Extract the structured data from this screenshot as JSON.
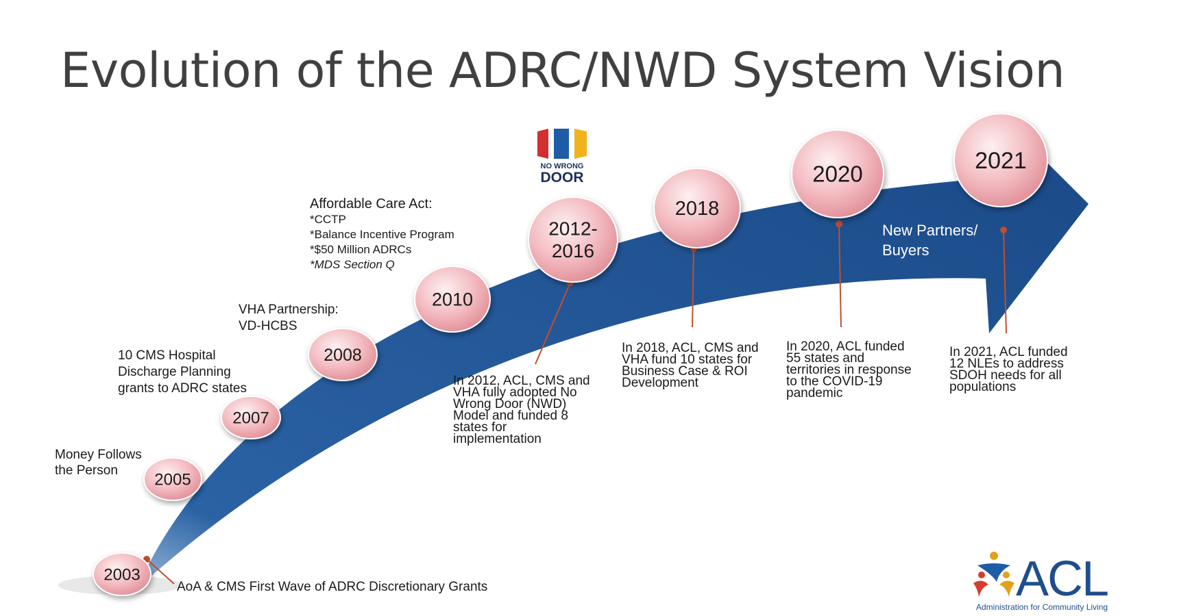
{
  "title": "Evolution of the ADRC/NWD System Vision",
  "milestones": [
    {
      "year": "2003",
      "caption": "AoA & CMS First Wave of ADRC Discretionary Grants"
    },
    {
      "year": "2005",
      "caption_lines": [
        "Money Follows",
        "the Person"
      ]
    },
    {
      "year": "2007",
      "caption_lines": [
        "10 CMS Hospital",
        "Discharge Planning",
        "grants to ADRC states"
      ]
    },
    {
      "year": "2008",
      "caption_lines": [
        "VHA Partnership:",
        "VD-HCBS"
      ]
    },
    {
      "year": "2010",
      "caption_title": "Affordable Care Act:",
      "caption_items": [
        "*CCTP",
        "*Balance Incentive Program",
        "*$50 Million ADRCs",
        "*MDS Section Q"
      ]
    },
    {
      "year_lines": [
        "2012-",
        "2016"
      ],
      "caption_lines": [
        "In 2012, ACL, CMS and",
        "VHA fully adopted No",
        "Wrong Door (NWD)",
        "Model and funded 8",
        "states for",
        "implementation"
      ]
    },
    {
      "year": "2018",
      "caption_lines": [
        "In 2018, ACL, CMS and",
        "VHA fund 10 states for",
        "Business Case & ROI",
        "Development"
      ]
    },
    {
      "year": "2020",
      "caption_lines": [
        "In 2020, ACL funded",
        "55 states and",
        "territories in response",
        "to the COVID-19",
        "pandemic"
      ]
    },
    {
      "year": "2021",
      "caption_lines": [
        "In 2021, ACL funded",
        "12 NLEs to address",
        "SDOH needs for all",
        "populations"
      ]
    }
  ],
  "arrow_text_lines": [
    "New Partners/",
    "Buyers"
  ],
  "logos": {
    "nwd": {
      "line1": "NO WRONG",
      "line2": "DOOR"
    },
    "acl": {
      "wordmark": "ACL",
      "caption": "Administration for Community Living"
    }
  },
  "colors": {
    "arrow": "#1d4f8f",
    "bubble_light": "#fbe6e8",
    "bubble_dark": "#e9939c",
    "connector": "#c0502c",
    "title_text": "#404040"
  }
}
